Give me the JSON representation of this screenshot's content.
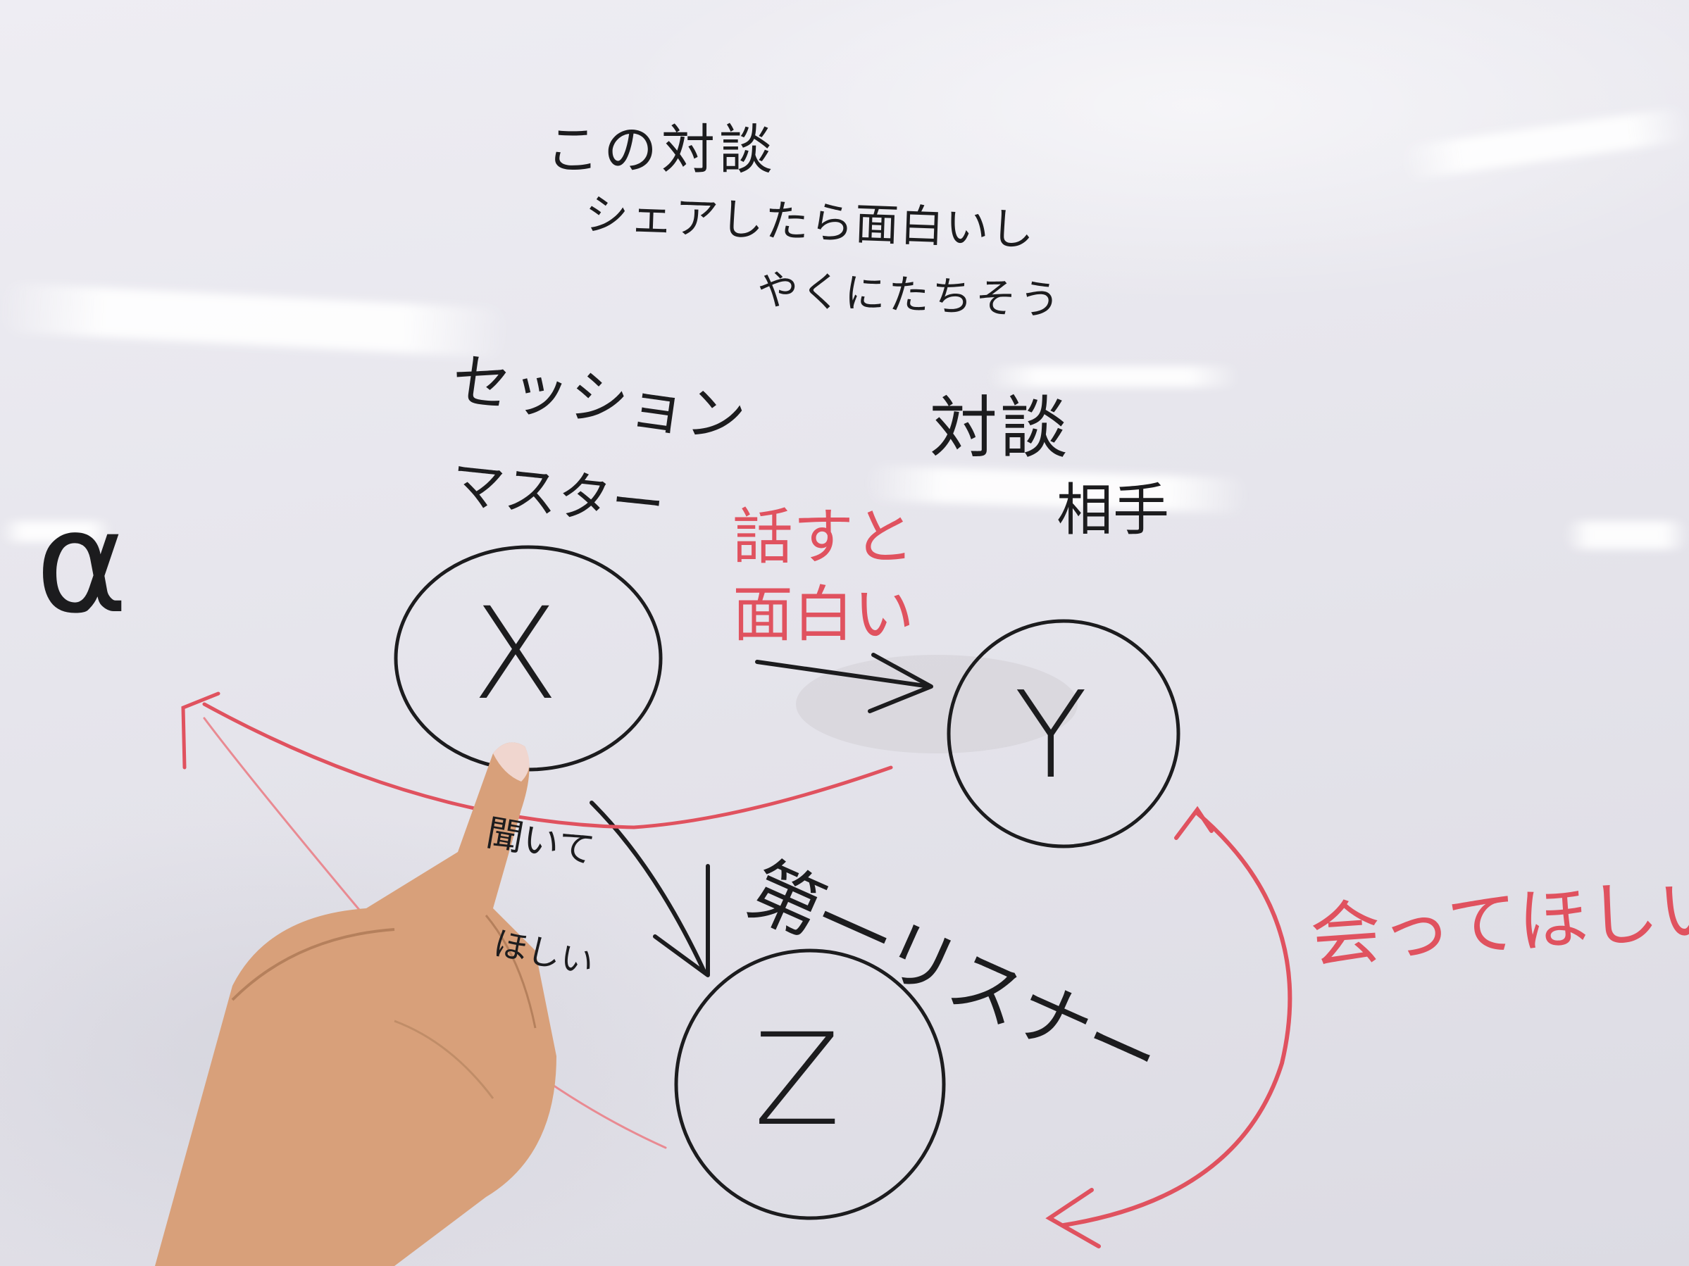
{
  "whiteboard": {
    "title_line1": "この対談",
    "title_line2": "シェアしたら面白いし",
    "title_line3": "やくにたちそう",
    "label_alpha": "α",
    "label_session_master_1": "セッション",
    "label_session_master_2": "マスター",
    "label_partner_1": "対談",
    "label_partner_2": "相手",
    "label_first_listener": "第一リスナー",
    "label_talk_1": "話すと",
    "label_talk_2": "面白い",
    "label_meet": "会ってほしい",
    "label_hear_1": "聞いて",
    "label_hear_2": "ほしい",
    "node_x": "X",
    "node_y": "Y",
    "node_z": "Z"
  },
  "colors": {
    "marker_black": "#1c1c1e",
    "marker_red": "#e0525f",
    "board": "#e9e8ee",
    "skin": "#d8a07a"
  }
}
